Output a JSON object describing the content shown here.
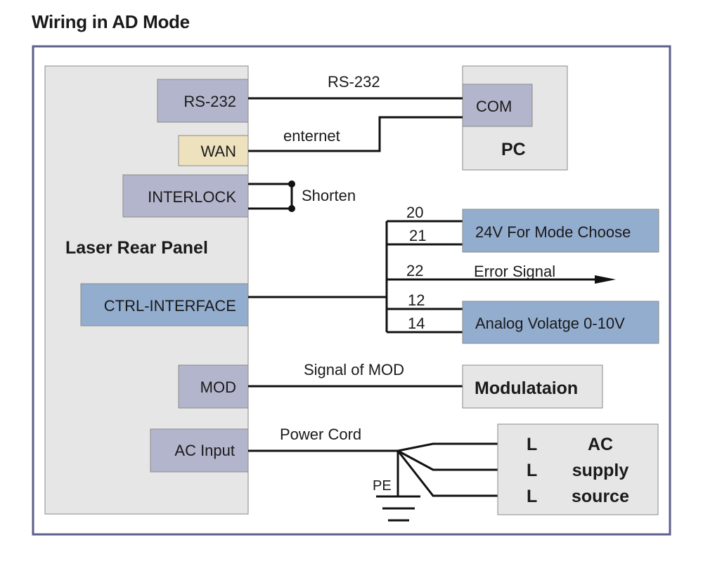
{
  "title": "Wiring in AD Mode",
  "colors": {
    "frame": "#5c5f8a",
    "panel_fill": "#e6e6e6",
    "port_lavender": "#b3b5cc",
    "port_wan": "#ede2bd",
    "port_blue": "#93adcf",
    "box_border": "#8a8a8a",
    "wire": "#111111"
  },
  "laser_panel": {
    "label": "Laser Rear Panel",
    "ports": {
      "rs232": "RS-232",
      "wan": "WAN",
      "interlock": "INTERLOCK",
      "ctrl": "CTRL-INTERFACE",
      "mod": "MOD",
      "ac_input": "AC Input"
    }
  },
  "pc": {
    "label": "PC",
    "port": "COM"
  },
  "wires": {
    "rs232": "RS-232",
    "enternet": "enternet",
    "shorten": "Shorten",
    "signal_mod": "Signal of MOD",
    "power_cord": "Power Cord",
    "pe": "PE",
    "error_signal": "Error Signal"
  },
  "ctrl_pins": {
    "p20": "20",
    "p21": "21",
    "p22": "22",
    "p12": "12",
    "p14": "14"
  },
  "targets": {
    "mode_choose": "24V For Mode Choose",
    "analog": "Analog Volatge 0-10V",
    "modulation": "Modulataion"
  },
  "ac_supply": {
    "lines": [
      "L",
      "L",
      "L"
    ],
    "label_lines": [
      "AC",
      "supply",
      "source"
    ]
  }
}
